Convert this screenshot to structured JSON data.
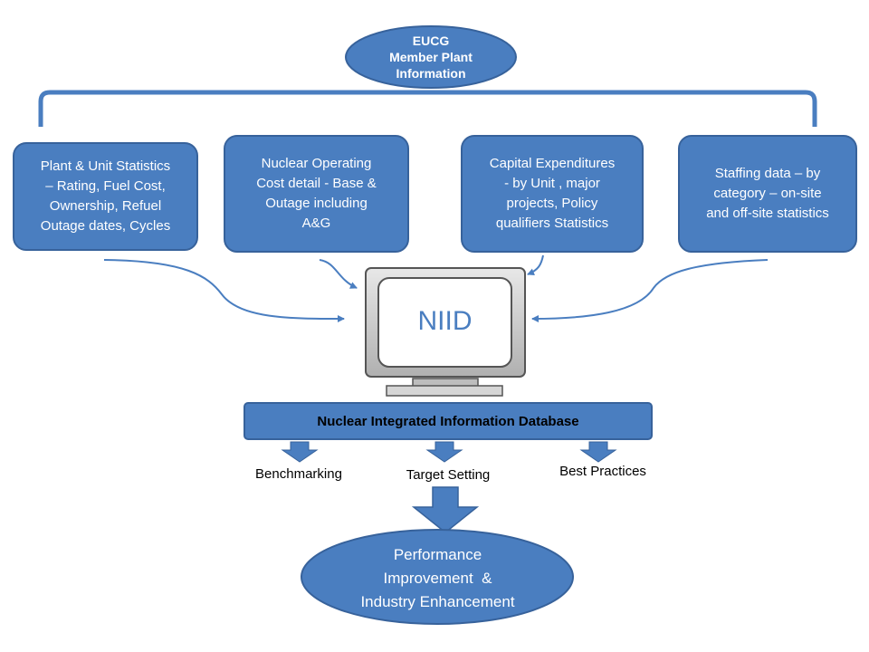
{
  "top_ellipse": {
    "line1": "EUCG",
    "line2": "Member Plant",
    "line3": "Information"
  },
  "boxes": [
    {
      "lines": [
        "Plant & Unit Statistics",
        "– Rating, Fuel Cost,",
        "Ownership, Refuel",
        "Outage dates, Cycles"
      ]
    },
    {
      "lines": [
        "Nuclear Operating",
        "Cost detail - Base &",
        "Outage  including",
        "A&G"
      ]
    },
    {
      "lines": [
        "Capital Expenditures",
        "- by Unit , major",
        "projects, Policy",
        "qualifiers Statistics"
      ]
    },
    {
      "lines": [
        "Staffing data – by",
        "category – on-site",
        "and off-site statistics"
      ]
    }
  ],
  "monitor": {
    "label": "NIID"
  },
  "database_bar": {
    "label": "Nuclear Integrated Information Database"
  },
  "outputs": {
    "benchmarking": "Benchmarking",
    "target_setting": "Target Setting",
    "best_practices": "Best Practices"
  },
  "result_ellipse": {
    "line1": "Performance",
    "line2": "Improvement  &",
    "line3": "Industry Enhancement"
  },
  "colors": {
    "fill": "#4a7ec0",
    "stroke": "#37629b",
    "text_on_fill": "#ffffff",
    "monitor_gray": "#c8c8c8"
  }
}
